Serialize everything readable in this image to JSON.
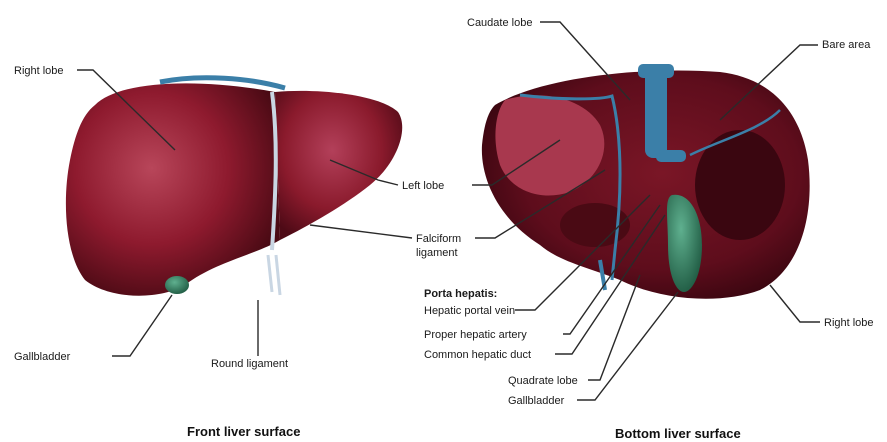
{
  "labels": {
    "right_lobe_front": "Right lobe",
    "left_lobe": "Left lobe",
    "falciform_line1": "Falciform",
    "falciform_line2": "ligament",
    "gallbladder_front": "Gallbladder",
    "round_ligament": "Round ligament",
    "caudate_lobe": "Caudate lobe",
    "bare_area": "Bare area",
    "porta_hepatis": "Porta hepatis:",
    "hepatic_portal_vein": "Hepatic portal vein",
    "proper_hepatic_artery": "Proper hepatic artery",
    "common_hepatic_duct": "Common hepatic duct",
    "quadrate_lobe": "Quadrate lobe",
    "gallbladder_bottom": "Gallbladder",
    "right_lobe_bottom": "Right lobe"
  },
  "captions": {
    "front": "Front liver surface",
    "bottom": "Bottom liver surface"
  },
  "colors": {
    "liver": "#8e1a2e",
    "liver_highlight": "#b8465a",
    "liver_dark": "#4a0a14",
    "vessel_blue": "#3b7fa8",
    "gallbladder": "#2f7d5e",
    "ligament": "#c9d6e3"
  }
}
